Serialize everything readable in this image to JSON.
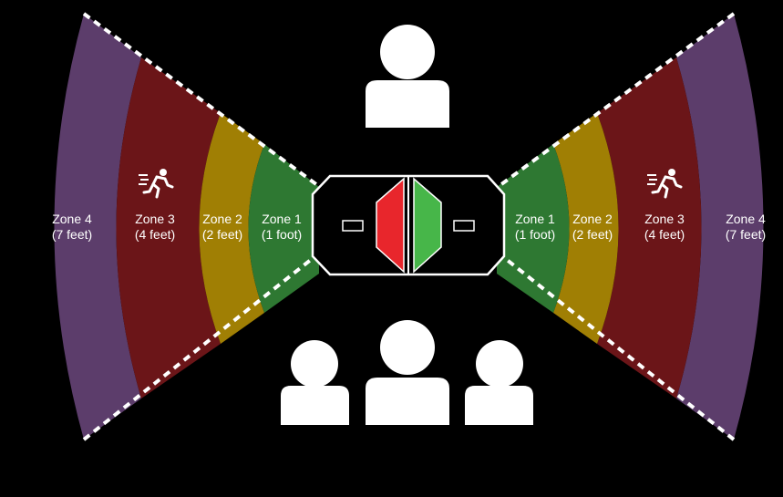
{
  "zones": [
    {
      "name": "Zone 1",
      "distance": "(1 foot)",
      "color": "#2e7832"
    },
    {
      "name": "Zone 2",
      "distance": "(2 feet)",
      "color": "#a07f04"
    },
    {
      "name": "Zone 3",
      "distance": "(4 feet)",
      "color": "#6b1518"
    },
    {
      "name": "Zone 4",
      "distance": "(7 feet)",
      "color": "#5c3d6b"
    }
  ],
  "colors": {
    "background": "#000000",
    "outline": "#ffffff",
    "sensor_left": "#e8262c",
    "sensor_right": "#47b649"
  },
  "icons": {
    "top_person": "person-icon",
    "bottom_group": "people-group-icon",
    "zone3_left": "running-person-icon",
    "zone3_right": "running-person-icon"
  }
}
